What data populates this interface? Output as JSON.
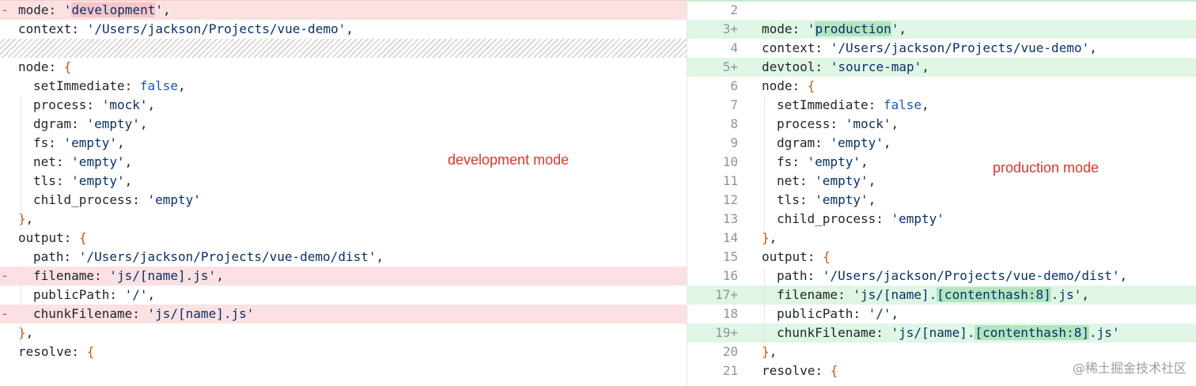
{
  "left_pane": {
    "label": "development mode",
    "lines": [
      {
        "type": "removed",
        "marker": "-",
        "indent": 0,
        "tokens": [
          {
            "t": "pnc",
            "v": "mode: "
          },
          {
            "t": "str",
            "v": "'"
          },
          {
            "t": "str",
            "v": "development",
            "hl": true
          },
          {
            "t": "str",
            "v": "'"
          },
          {
            "t": "pnc",
            "v": ","
          }
        ]
      },
      {
        "type": "normal",
        "marker": "",
        "indent": 0,
        "tokens": [
          {
            "t": "pnc",
            "v": "context: "
          },
          {
            "t": "str",
            "v": "'/Users/jackson/Projects/vue-demo'"
          },
          {
            "t": "pnc",
            "v": ","
          }
        ]
      },
      {
        "type": "hatch"
      },
      {
        "type": "normal",
        "marker": "",
        "indent": 0,
        "tokens": [
          {
            "t": "pnc",
            "v": "node: "
          },
          {
            "t": "br",
            "v": "{"
          }
        ]
      },
      {
        "type": "normal",
        "marker": "",
        "indent": 1,
        "tokens": [
          {
            "t": "pnc",
            "v": "setImmediate: "
          },
          {
            "t": "kw",
            "v": "false"
          },
          {
            "t": "pnc",
            "v": ","
          }
        ]
      },
      {
        "type": "normal",
        "marker": "",
        "indent": 1,
        "tokens": [
          {
            "t": "pnc",
            "v": "process: "
          },
          {
            "t": "str",
            "v": "'mock'"
          },
          {
            "t": "pnc",
            "v": ","
          }
        ]
      },
      {
        "type": "normal",
        "marker": "",
        "indent": 1,
        "tokens": [
          {
            "t": "pnc",
            "v": "dgram: "
          },
          {
            "t": "str",
            "v": "'empty'"
          },
          {
            "t": "pnc",
            "v": ","
          }
        ]
      },
      {
        "type": "normal",
        "marker": "",
        "indent": 1,
        "tokens": [
          {
            "t": "pnc",
            "v": "fs: "
          },
          {
            "t": "str",
            "v": "'empty'"
          },
          {
            "t": "pnc",
            "v": ","
          }
        ]
      },
      {
        "type": "normal",
        "marker": "",
        "indent": 1,
        "tokens": [
          {
            "t": "pnc",
            "v": "net: "
          },
          {
            "t": "str",
            "v": "'empty'"
          },
          {
            "t": "pnc",
            "v": ","
          }
        ]
      },
      {
        "type": "normal",
        "marker": "",
        "indent": 1,
        "tokens": [
          {
            "t": "pnc",
            "v": "tls: "
          },
          {
            "t": "str",
            "v": "'empty'"
          },
          {
            "t": "pnc",
            "v": ","
          }
        ]
      },
      {
        "type": "normal",
        "marker": "",
        "indent": 1,
        "tokens": [
          {
            "t": "pnc",
            "v": "child_process: "
          },
          {
            "t": "str",
            "v": "'empty'"
          }
        ]
      },
      {
        "type": "normal",
        "marker": "",
        "indent": 0,
        "tokens": [
          {
            "t": "br",
            "v": "}"
          },
          {
            "t": "pnc",
            "v": ","
          }
        ]
      },
      {
        "type": "normal",
        "marker": "",
        "indent": 0,
        "tokens": [
          {
            "t": "pnc",
            "v": "output: "
          },
          {
            "t": "br",
            "v": "{"
          }
        ]
      },
      {
        "type": "normal",
        "marker": "",
        "indent": 1,
        "tokens": [
          {
            "t": "pnc",
            "v": "path: "
          },
          {
            "t": "str",
            "v": "'/Users/jackson/Projects/vue-demo/dist'"
          },
          {
            "t": "pnc",
            "v": ","
          }
        ]
      },
      {
        "type": "removed",
        "marker": "-",
        "indent": 1,
        "tokens": [
          {
            "t": "pnc",
            "v": "filename: "
          },
          {
            "t": "str",
            "v": "'js/[name].js'"
          },
          {
            "t": "pnc",
            "v": ","
          }
        ]
      },
      {
        "type": "normal",
        "marker": "",
        "indent": 1,
        "tokens": [
          {
            "t": "pnc",
            "v": "publicPath: "
          },
          {
            "t": "str",
            "v": "'/'"
          },
          {
            "t": "pnc",
            "v": ","
          }
        ]
      },
      {
        "type": "removed",
        "marker": "-",
        "indent": 1,
        "tokens": [
          {
            "t": "pnc",
            "v": "chunkFilename: "
          },
          {
            "t": "str",
            "v": "'js/[name].js'"
          }
        ]
      },
      {
        "type": "normal",
        "marker": "",
        "indent": 0,
        "tokens": [
          {
            "t": "br",
            "v": "}"
          },
          {
            "t": "pnc",
            "v": ","
          }
        ]
      },
      {
        "type": "normal",
        "marker": "",
        "indent": 0,
        "tokens": [
          {
            "t": "pnc",
            "v": "resolve: "
          },
          {
            "t": "br",
            "v": "{"
          }
        ]
      }
    ]
  },
  "right_pane": {
    "label": "production mode",
    "lines": [
      {
        "type": "normal",
        "num": "2",
        "tokens": []
      },
      {
        "type": "added",
        "num": "3+",
        "indent": 0,
        "tokens": [
          {
            "t": "pnc",
            "v": "mode: "
          },
          {
            "t": "str",
            "v": "'"
          },
          {
            "t": "str",
            "v": "production",
            "hl": true
          },
          {
            "t": "str",
            "v": "'"
          },
          {
            "t": "pnc",
            "v": ","
          }
        ]
      },
      {
        "type": "normal",
        "num": "4",
        "indent": 0,
        "tokens": [
          {
            "t": "pnc",
            "v": "context: "
          },
          {
            "t": "str",
            "v": "'/Users/jackson/Projects/vue-demo'"
          },
          {
            "t": "pnc",
            "v": ","
          }
        ]
      },
      {
        "type": "added",
        "num": "5+",
        "indent": 0,
        "tokens": [
          {
            "t": "pnc",
            "v": "devtool: "
          },
          {
            "t": "str",
            "v": "'source-map'"
          },
          {
            "t": "pnc",
            "v": ","
          }
        ]
      },
      {
        "type": "normal",
        "num": "6",
        "indent": 0,
        "tokens": [
          {
            "t": "pnc",
            "v": "node: "
          },
          {
            "t": "br",
            "v": "{"
          }
        ]
      },
      {
        "type": "normal",
        "num": "7",
        "indent": 1,
        "tokens": [
          {
            "t": "pnc",
            "v": "setImmediate: "
          },
          {
            "t": "kw",
            "v": "false"
          },
          {
            "t": "pnc",
            "v": ","
          }
        ]
      },
      {
        "type": "normal",
        "num": "8",
        "indent": 1,
        "tokens": [
          {
            "t": "pnc",
            "v": "process: "
          },
          {
            "t": "str",
            "v": "'mock'"
          },
          {
            "t": "pnc",
            "v": ","
          }
        ]
      },
      {
        "type": "normal",
        "num": "9",
        "indent": 1,
        "tokens": [
          {
            "t": "pnc",
            "v": "dgram: "
          },
          {
            "t": "str",
            "v": "'empty'"
          },
          {
            "t": "pnc",
            "v": ","
          }
        ]
      },
      {
        "type": "normal",
        "num": "10",
        "indent": 1,
        "tokens": [
          {
            "t": "pnc",
            "v": "fs: "
          },
          {
            "t": "str",
            "v": "'empty'"
          },
          {
            "t": "pnc",
            "v": ","
          }
        ]
      },
      {
        "type": "normal",
        "num": "11",
        "indent": 1,
        "tokens": [
          {
            "t": "pnc",
            "v": "net: "
          },
          {
            "t": "str",
            "v": "'empty'"
          },
          {
            "t": "pnc",
            "v": ","
          }
        ]
      },
      {
        "type": "normal",
        "num": "12",
        "indent": 1,
        "tokens": [
          {
            "t": "pnc",
            "v": "tls: "
          },
          {
            "t": "str",
            "v": "'empty'"
          },
          {
            "t": "pnc",
            "v": ","
          }
        ]
      },
      {
        "type": "normal",
        "num": "13",
        "indent": 1,
        "tokens": [
          {
            "t": "pnc",
            "v": "child_process: "
          },
          {
            "t": "str",
            "v": "'empty'"
          }
        ]
      },
      {
        "type": "normal",
        "num": "14",
        "indent": 0,
        "tokens": [
          {
            "t": "br",
            "v": "}"
          },
          {
            "t": "pnc",
            "v": ","
          }
        ]
      },
      {
        "type": "normal",
        "num": "15",
        "indent": 0,
        "tokens": [
          {
            "t": "pnc",
            "v": "output: "
          },
          {
            "t": "br",
            "v": "{"
          }
        ]
      },
      {
        "type": "normal",
        "num": "16",
        "indent": 1,
        "tokens": [
          {
            "t": "pnc",
            "v": "path: "
          },
          {
            "t": "str",
            "v": "'/Users/jackson/Projects/vue-demo/dist'"
          },
          {
            "t": "pnc",
            "v": ","
          }
        ]
      },
      {
        "type": "added",
        "num": "17+",
        "indent": 1,
        "tokens": [
          {
            "t": "pnc",
            "v": "filename: "
          },
          {
            "t": "str",
            "v": "'js/[name]."
          },
          {
            "t": "str",
            "v": "[contenthash:8]",
            "hl": true
          },
          {
            "t": "str",
            "v": ".js'"
          },
          {
            "t": "pnc",
            "v": ","
          }
        ]
      },
      {
        "type": "normal",
        "num": "18",
        "indent": 1,
        "tokens": [
          {
            "t": "pnc",
            "v": "publicPath: "
          },
          {
            "t": "str",
            "v": "'/'"
          },
          {
            "t": "pnc",
            "v": ","
          }
        ]
      },
      {
        "type": "added",
        "num": "19+",
        "indent": 1,
        "tokens": [
          {
            "t": "pnc",
            "v": "chunkFilename: "
          },
          {
            "t": "str",
            "v": "'js/[name]."
          },
          {
            "t": "str",
            "v": "[contenthash:8]",
            "hl": true
          },
          {
            "t": "str",
            "v": ".js'"
          }
        ]
      },
      {
        "type": "normal",
        "num": "20",
        "indent": 0,
        "tokens": [
          {
            "t": "br",
            "v": "}"
          },
          {
            "t": "pnc",
            "v": ","
          }
        ]
      },
      {
        "type": "normal",
        "num": "21",
        "indent": 0,
        "tokens": [
          {
            "t": "pnc",
            "v": "resolve: "
          },
          {
            "t": "br",
            "v": "{"
          }
        ]
      }
    ]
  },
  "watermark": "@稀土掘金技术社区",
  "colors": {
    "removed_bg": "#fbe1e2",
    "added_bg": "#dff6e4",
    "label_red": "#e0352b",
    "string": "#0a3069",
    "keyword": "#1a56b5",
    "brace": "#c35b12"
  }
}
